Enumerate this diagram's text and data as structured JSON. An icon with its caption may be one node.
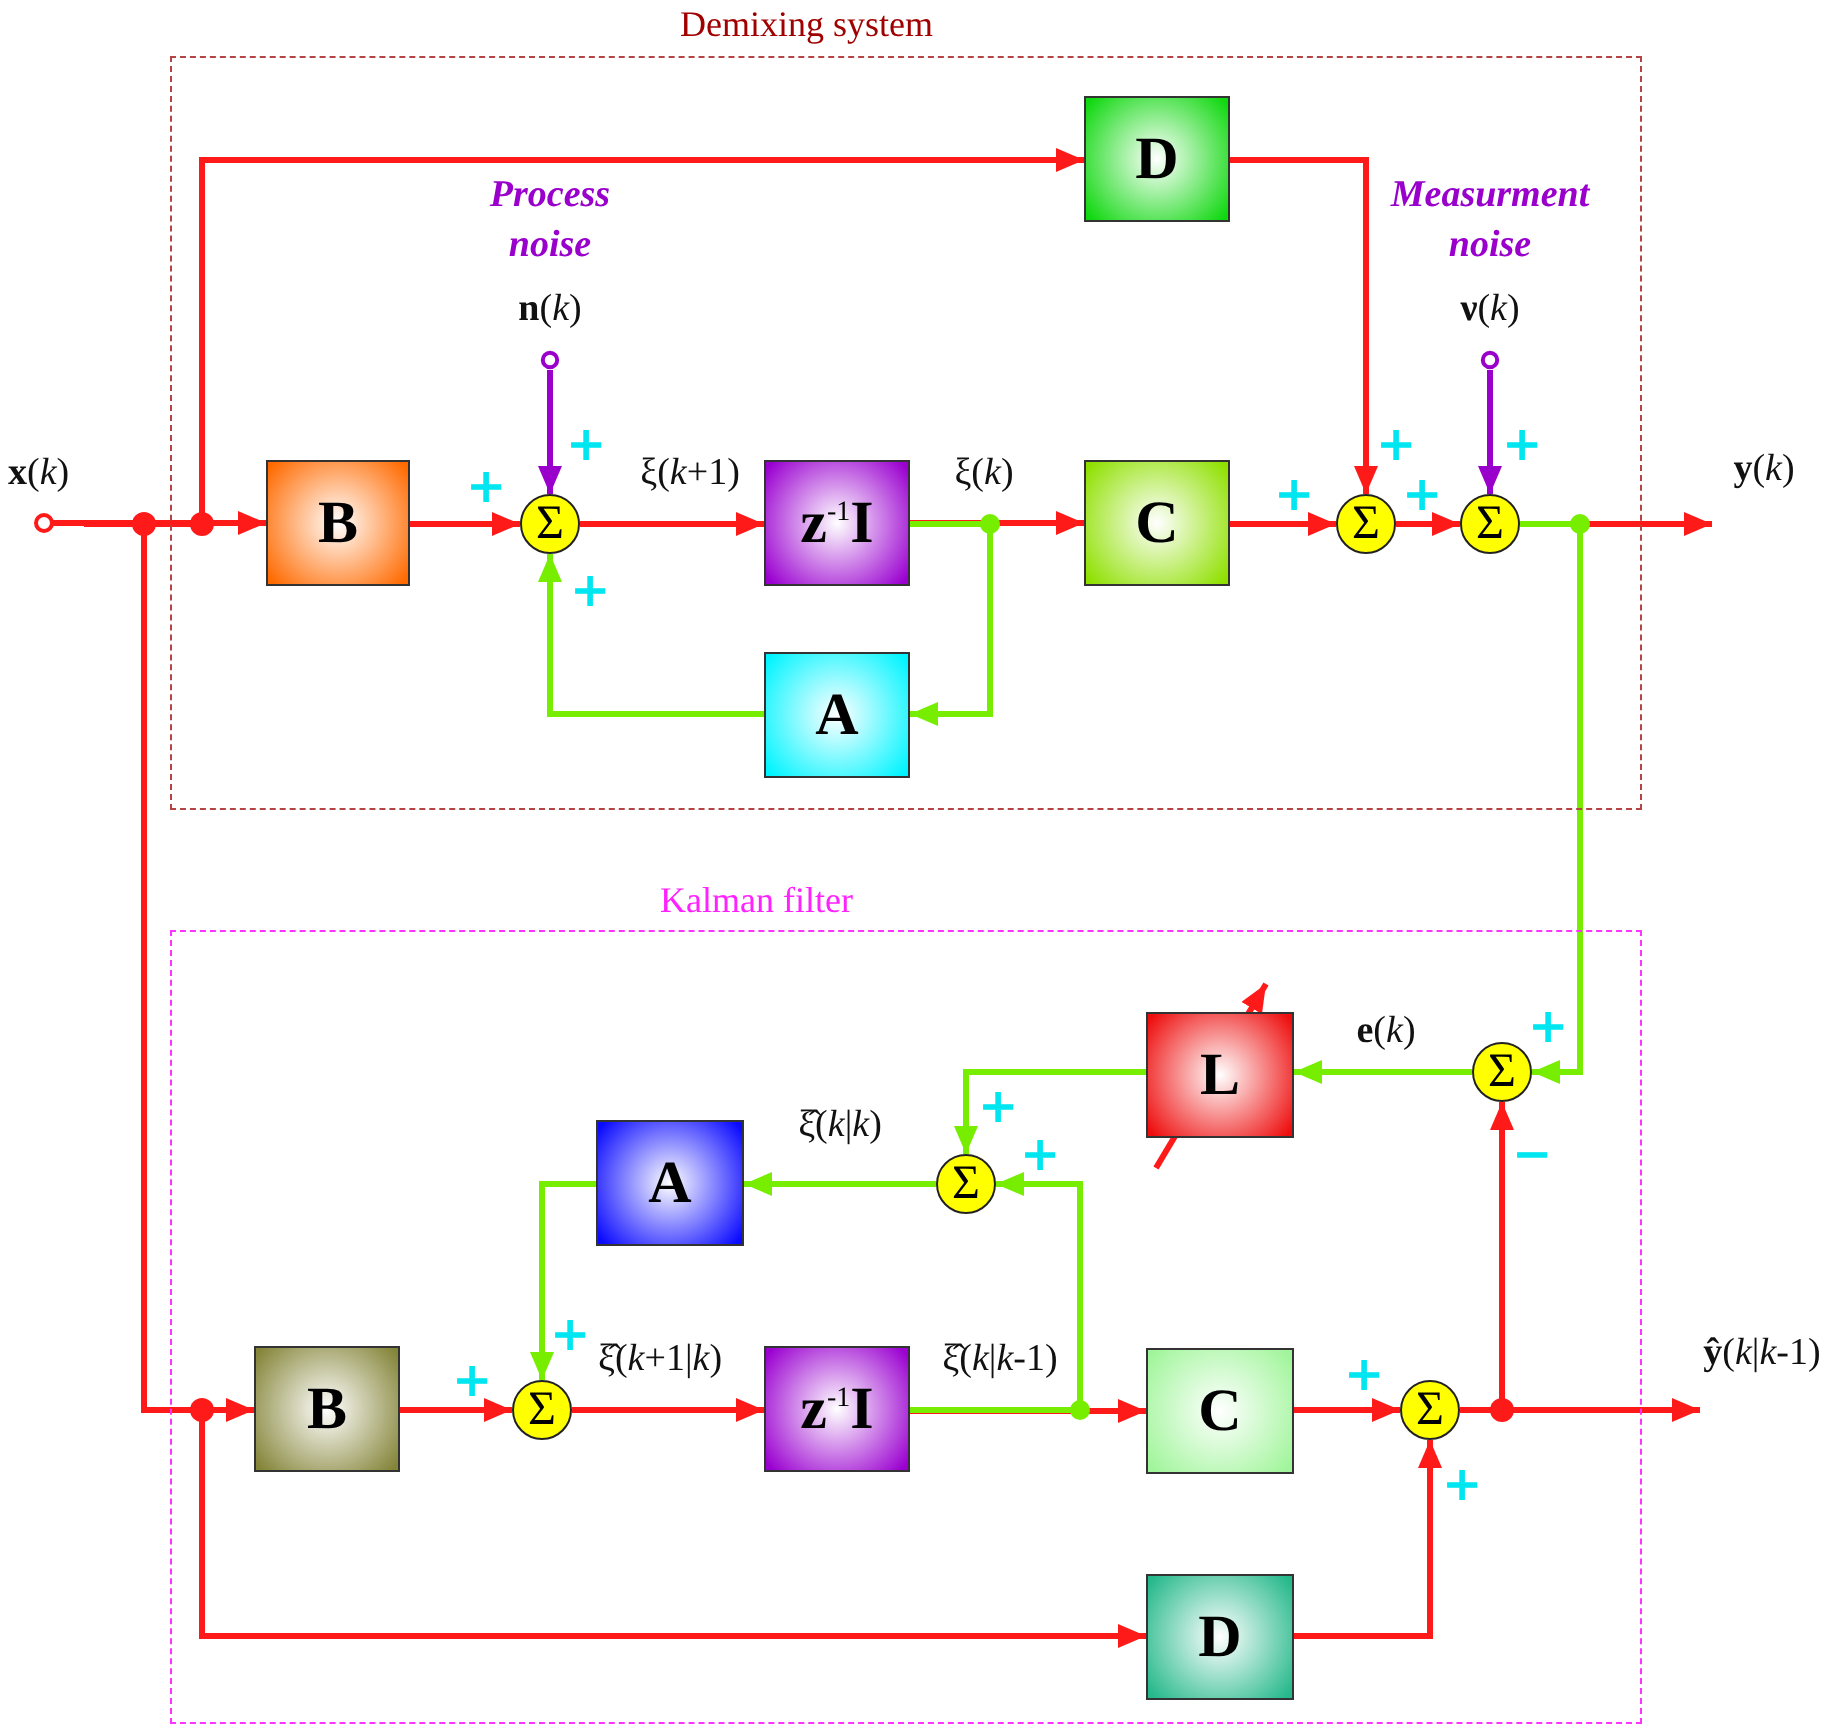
{
  "diagram": {
    "nodes": [
      {
        "text": [
          "Demixing system"
        ]
      },
      {
        "text": [
          "B"
        ],
        "in": 0
      },
      {
        "text": [
          "Σ"
        ],
        "in": 0
      },
      {
        "text": [
          "z$^{-1}$I"
        ],
        "in": 0
      },
      {
        "text": [
          "C"
        ],
        "in": 0
      },
      {
        "text": [
          "Σ"
        ],
        "in": 0
      },
      {
        "text": [
          "Σ"
        ],
        "in": 0
      },
      {
        "text": [
          "D"
        ],
        "in": 0
      },
      {
        "text": [
          "A"
        ],
        "in": 0
      },
      {
        "text": [
          "Kalman filter"
        ]
      },
      {
        "text": [
          "B"
        ],
        "in": 9
      },
      {
        "text": [
          "Σ"
        ],
        "in": 9
      },
      {
        "text": [
          "z$^{-1}$I"
        ],
        "in": 9
      },
      {
        "text": [
          "C"
        ],
        "in": 9
      },
      {
        "text": [
          "Σ"
        ],
        "in": 9
      },
      {
        "text": [
          "D"
        ],
        "in": 9
      },
      {
        "text": [
          "A"
        ],
        "in": 9
      },
      {
        "text": [
          "Σ"
        ],
        "in": 9
      },
      {
        "text": [
          "L"
        ],
        "in": 9
      },
      {
        "text": [
          "Σ"
        ],
        "in": 9
      },
      {
        "text": [
          "**x**(*k*)"
        ]
      },
      {
        "text": [
          "Process noise",
          "**n**(*k*)"
        ],
        "in": 0
      },
      {
        "text": [
          "Measurment noise",
          "**ν**(*k*)"
        ],
        "in": 0
      },
      {
        "text": [
          "**y**(*k*)"
        ]
      },
      {
        "text": [
          "**ŷ**(*k*|*k*-1)"
        ]
      }
    ],
    "edges": [
      {
        "from": 20,
        "to": 1,
        "arrow": "to"
      },
      {
        "from": 20,
        "to": 7,
        "arrow": "to"
      },
      {
        "from": 20,
        "to": 10,
        "arrow": "to"
      },
      {
        "from": 20,
        "to": 15,
        "arrow": "to"
      },
      {
        "from": 1,
        "to": 2,
        "arrow": "to"
      },
      {
        "from": 21,
        "to": 2,
        "arrow": "to",
        "color": "#9900cc"
      },
      {
        "from": 8,
        "to": 2,
        "arrow": "to",
        "color": "#77ee00"
      },
      {
        "from": 2,
        "to": 3,
        "arrow": "to",
        "label": "ξ(*k*+1)"
      },
      {
        "from": 3,
        "to": 4,
        "arrow": "to",
        "label": "ξ(*k*)"
      },
      {
        "from": 3,
        "to": 8,
        "arrow": "to",
        "color": "#77ee00"
      },
      {
        "from": 4,
        "to": 5,
        "arrow": "to"
      },
      {
        "from": 7,
        "to": 5,
        "arrow": "to"
      },
      {
        "from": 5,
        "to": 6,
        "arrow": "to"
      },
      {
        "from": 22,
        "to": 6,
        "arrow": "to",
        "color": "#9900cc"
      },
      {
        "from": 6,
        "to": 23,
        "arrow": "to"
      },
      {
        "from": 6,
        "to": 19,
        "arrow": "to",
        "color": "#77ee00"
      },
      {
        "from": 10,
        "to": 11,
        "arrow": "to"
      },
      {
        "from": 16,
        "to": 11,
        "arrow": "to",
        "color": "#77ee00"
      },
      {
        "from": 11,
        "to": 12,
        "arrow": "to",
        "label": "ξ̂(*k*+1|*k*)"
      },
      {
        "from": 12,
        "to": 13,
        "arrow": "to",
        "label": "ξ̂(*k*|*k*-1)"
      },
      {
        "from": 12,
        "to": 17,
        "arrow": "to",
        "color": "#77ee00"
      },
      {
        "from": 13,
        "to": 14,
        "arrow": "to"
      },
      {
        "from": 15,
        "to": 14,
        "arrow": "to"
      },
      {
        "from": 14,
        "to": 24,
        "arrow": "to"
      },
      {
        "from": 14,
        "to": 19,
        "arrow": "to"
      },
      {
        "from": 19,
        "to": 18,
        "arrow": "to",
        "color": "#77ee00",
        "label": "**e**(*k*)"
      },
      {
        "from": 18,
        "to": 17,
        "arrow": "to",
        "color": "#77ee00"
      },
      {
        "from": 17,
        "to": 16,
        "arrow": "to",
        "color": "#77ee00",
        "label": "ξ̂(*k*|*k*)"
      }
    ],
    "labels": [
      "+",
      "+",
      "+",
      "+",
      "+",
      "+",
      "+",
      "+",
      "+",
      "+",
      "−",
      "+",
      "+",
      "+",
      "+"
    ]
  }
}
